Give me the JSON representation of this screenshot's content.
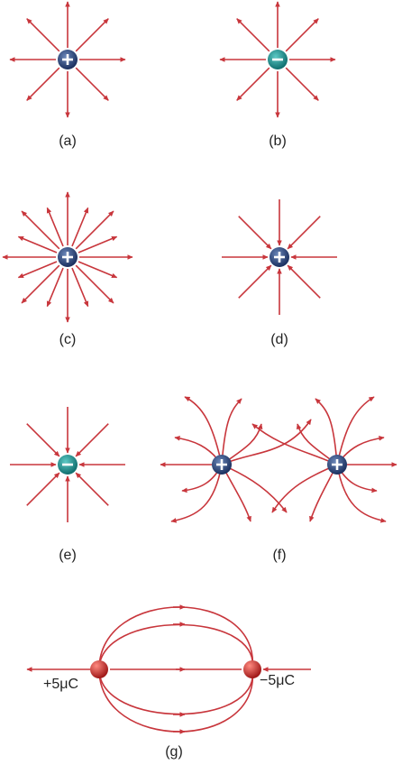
{
  "colors": {
    "field_line": "#c8363c",
    "positive_charge": "#1f3f73",
    "negative_charge": "#178a8a",
    "point_charge_red": "#c62828",
    "sign": "#ffffff"
  },
  "panels": [
    {
      "id": "a",
      "label": "(a)",
      "charge": "+",
      "pattern": "radial-outward-8"
    },
    {
      "id": "b",
      "label": "(b)",
      "charge": "−",
      "pattern": "radial-outward-8"
    },
    {
      "id": "c",
      "label": "(c)",
      "charge": "+",
      "pattern": "radial-outward-16"
    },
    {
      "id": "d",
      "label": "(d)",
      "charge": "+",
      "pattern": "radial-inward-8"
    },
    {
      "id": "e",
      "label": "(e)",
      "charge": "−",
      "pattern": "radial-inward-8"
    },
    {
      "id": "f",
      "label": "(f)",
      "charge": "+ +",
      "pattern": "two-positive-repel"
    },
    {
      "id": "g",
      "label": "(g)",
      "charge": "+5μC / −5μC",
      "pattern": "dipole"
    }
  ],
  "g_charges": {
    "left": "+5μC",
    "right": "−5μC"
  }
}
